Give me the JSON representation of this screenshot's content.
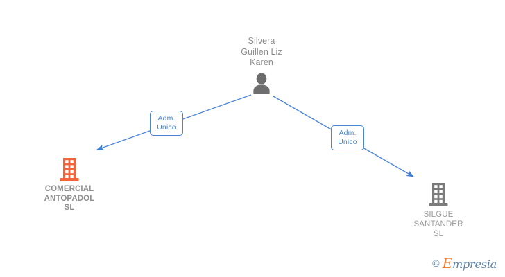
{
  "diagram": {
    "type": "company-relationship-graph",
    "background_color": "#ffffff",
    "nodes": [
      {
        "id": "person",
        "kind": "person",
        "icon": "person-icon",
        "label": "Silvera\nGuillen Liz\nKaren",
        "icon_color": "#6e6e6e",
        "text_color": "#8c8c8c",
        "bold": false
      },
      {
        "id": "comercial",
        "kind": "company",
        "icon": "building-icon",
        "label": "COMERCIAL\nANTOPADOL\nSL",
        "icon_color": "#f4643a",
        "text_color": "#8f8f8f",
        "bold": true
      },
      {
        "id": "silgue",
        "kind": "company",
        "icon": "building-icon",
        "label": "SILGUE\nSANTANDER\nSL",
        "icon_color": "#7b7b7b",
        "text_color": "#9a9a9a",
        "bold": false
      }
    ],
    "edges": [
      {
        "id": "edge-left",
        "from": "person",
        "to": "comercial",
        "label": "Adm.\nUnico",
        "color": "#4a86d4",
        "arrow": true
      },
      {
        "id": "edge-right",
        "from": "person",
        "to": "silgue",
        "label": "Adm.\nUnico",
        "color": "#4a86d4",
        "arrow": true
      }
    ]
  },
  "watermark": {
    "copyright": "©",
    "brand_initial": "E",
    "brand_rest": "mpresia",
    "initial_color": "#ef7d2f",
    "text_color": "#5b7fa6"
  }
}
